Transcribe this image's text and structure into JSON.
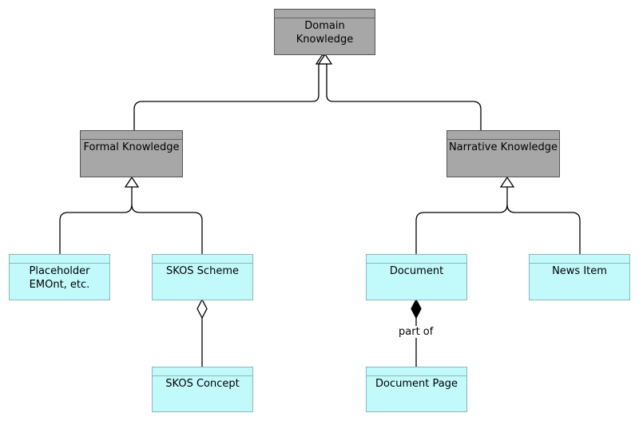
{
  "diagram": {
    "nodes": {
      "domain": {
        "label": "Domain\nKnowledge",
        "fill": "#a7a7a7"
      },
      "formal": {
        "label": "Formal Knowledge",
        "fill": "#a7a7a7"
      },
      "narrative": {
        "label": "Narrative Knowledge",
        "fill": "#a7a7a7"
      },
      "placeholder": {
        "label": "Placeholder\nEMOnt, etc.",
        "fill": "#c2fafb"
      },
      "skos_scheme": {
        "label": "SKOS Scheme",
        "fill": "#c2fafb"
      },
      "skos_concept": {
        "label": "SKOS Concept",
        "fill": "#c2fafb"
      },
      "document": {
        "label": "Document",
        "fill": "#c2fafb"
      },
      "news_item": {
        "label": "News Item",
        "fill": "#c2fafb"
      },
      "document_page": {
        "label": "Document Page",
        "fill": "#c2fafb"
      }
    },
    "edges": [
      {
        "from": "formal",
        "to": "domain",
        "kind": "generalization"
      },
      {
        "from": "narrative",
        "to": "domain",
        "kind": "generalization"
      },
      {
        "from": "placeholder",
        "to": "formal",
        "kind": "generalization"
      },
      {
        "from": "skos_scheme",
        "to": "formal",
        "kind": "generalization"
      },
      {
        "from": "document",
        "to": "narrative",
        "kind": "generalization"
      },
      {
        "from": "news_item",
        "to": "narrative",
        "kind": "generalization"
      },
      {
        "from": "skos_concept",
        "to": "skos_scheme",
        "kind": "aggregation"
      },
      {
        "from": "document_page",
        "to": "document",
        "kind": "composition",
        "label": "part of"
      }
    ]
  }
}
